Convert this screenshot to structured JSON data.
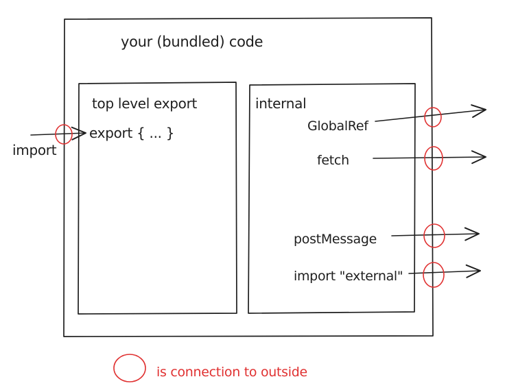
{
  "canvas": {
    "background_color": "#ffffff",
    "stroke_color": "#1e1e1e",
    "accent_color": "#e03131"
  },
  "outer_box": {
    "label": "your (bundled) code"
  },
  "left_box": {
    "title": "top level export",
    "code": "export { ... }"
  },
  "import_arrow": {
    "label": "import"
  },
  "right_box": {
    "title": "internal",
    "items": [
      {
        "label": "GlobalRef"
      },
      {
        "label": "fetch"
      },
      {
        "label": "postMessage"
      },
      {
        "label": "import \"external\""
      }
    ]
  },
  "legend": {
    "symbol": "red-circle",
    "text": "is connection to outside"
  }
}
